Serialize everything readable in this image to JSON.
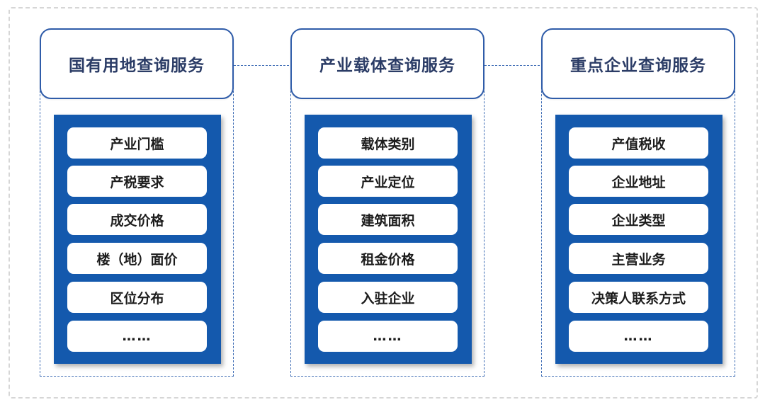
{
  "services": [
    {
      "title": "国有用地查询服务",
      "items": [
        "产业门槛",
        "产税要求",
        "成交价格",
        "楼（地）面价",
        "区位分布",
        "……"
      ]
    },
    {
      "title": "产业载体查询服务",
      "items": [
        "载体类别",
        "产业定位",
        "建筑面积",
        "租金价格",
        "入驻企业",
        "……"
      ]
    },
    {
      "title": "重点企业查询服务",
      "items": [
        "产值税收",
        "企业地址",
        "企业类型",
        "主营业务",
        "决策人联系方式",
        "……"
      ]
    }
  ]
}
